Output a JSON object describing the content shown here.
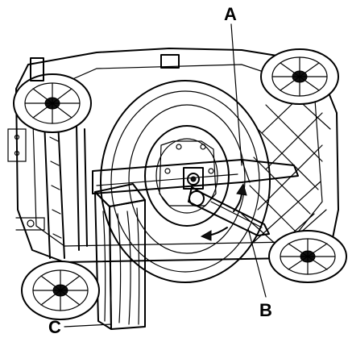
{
  "labels": {
    "a": "A",
    "b": "B",
    "c": "C"
  },
  "colors": {
    "ink": "#000000",
    "paper": "#ffffff",
    "shade": "#222222"
  }
}
